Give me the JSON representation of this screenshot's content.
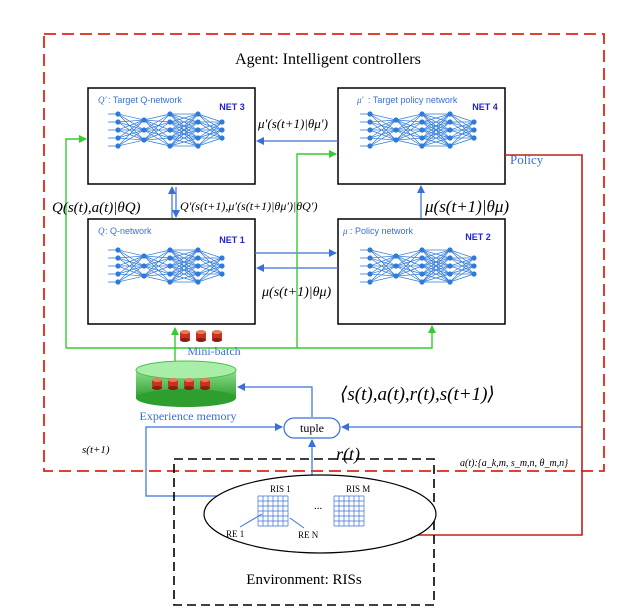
{
  "agent": {
    "title": "Agent: Intelligent controllers",
    "border_color": "#e0241b"
  },
  "networks": {
    "net3": {
      "symbol": "Q′",
      "label": ": Target Q-network",
      "tag": "NET 3"
    },
    "net4": {
      "symbol": "μ′",
      "label": ": Target policy network",
      "tag": "NET 4"
    },
    "net1": {
      "symbol": "Q",
      "label": ": Q-network",
      "tag": "NET 1"
    },
    "net2": {
      "symbol": "μ",
      "label": ": Policy network",
      "tag": "NET 2"
    },
    "tag_color": "#2222d6",
    "label_color": "#3a6fd8",
    "node_color": "#2f7bd9"
  },
  "formulas": {
    "mu_prime": "μ′(s(t+1)|θμ′)",
    "q_value": "Q(s(t),a(t)|θQ)",
    "q_prime": "Q′(s(t+1),μ′(s(t+1)|θμ′)|θQ′)",
    "mu_big": "μ(s(t+1)|θμ)",
    "mu_small": "μ(s(t+1)|θμ)",
    "transition": "⟨s(t),a(t),r(t),s(t+1)⟩",
    "reward": "r(t)",
    "next_state": "s(t+1)",
    "action": "a(t):{a_k,m, s_m,n, θ_m,n}"
  },
  "labels": {
    "policy": "Policy",
    "mini_batch": "Mini-batch",
    "experience_memory": "Experience memory",
    "tuple": "tuple"
  },
  "environment": {
    "title": "Environment: RISs",
    "ris1": "RIS 1",
    "ris_m": "RIS M",
    "dots": "...",
    "re1": "RE 1",
    "re_n": "RE N"
  },
  "colors": {
    "blue_arrow": "#3a6fd8",
    "green_arrow": "#33cc33",
    "red_arrow": "#c0201a",
    "memory_green": "#4bbf4b",
    "barrel_red": "#c8321e"
  }
}
